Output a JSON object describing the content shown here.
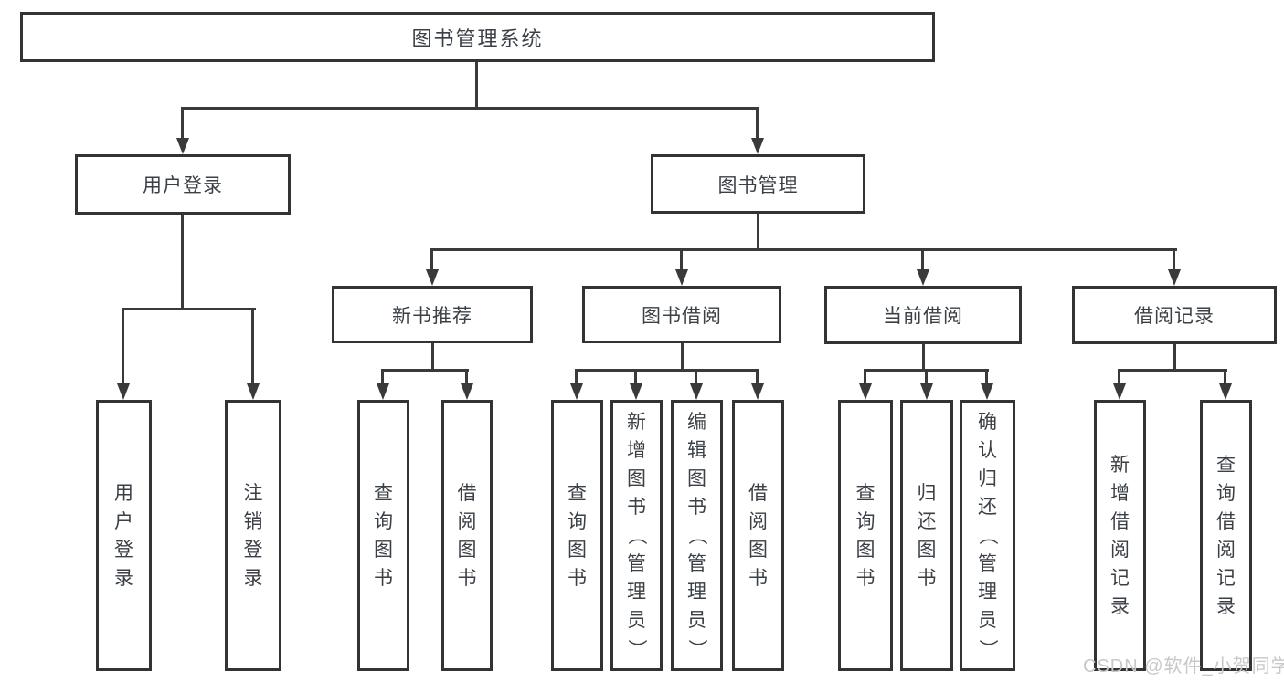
{
  "tree": {
    "label": "图书管理系统",
    "children": [
      {
        "label": "用户登录",
        "children": [
          {
            "label": "用户登录"
          },
          {
            "label": "注销登录"
          }
        ]
      },
      {
        "label": "图书管理",
        "children": [
          {
            "label": "新书推荐",
            "children": [
              {
                "label": "查询图书"
              },
              {
                "label": "借阅图书"
              }
            ]
          },
          {
            "label": "图书借阅",
            "children": [
              {
                "label": "查询图书"
              },
              {
                "label": "新增图书（管理员）"
              },
              {
                "label": "编辑图书（管理员）"
              },
              {
                "label": "借阅图书"
              }
            ]
          },
          {
            "label": "当前借阅",
            "children": [
              {
                "label": "查询图书"
              },
              {
                "label": "归还图书"
              },
              {
                "label": "确认归还（管理员）"
              }
            ]
          },
          {
            "label": "借阅记录",
            "children": [
              {
                "label": "新增借阅记录"
              },
              {
                "label": "查询借阅记录"
              }
            ]
          }
        ]
      }
    ]
  },
  "watermark": "CSDN @软件_小贺同学",
  "colors": {
    "line": "#3a3a3a",
    "box_border": "#333333",
    "text": "#3b4046",
    "watermark": "#c8c8c8",
    "background": "#ffffff"
  }
}
